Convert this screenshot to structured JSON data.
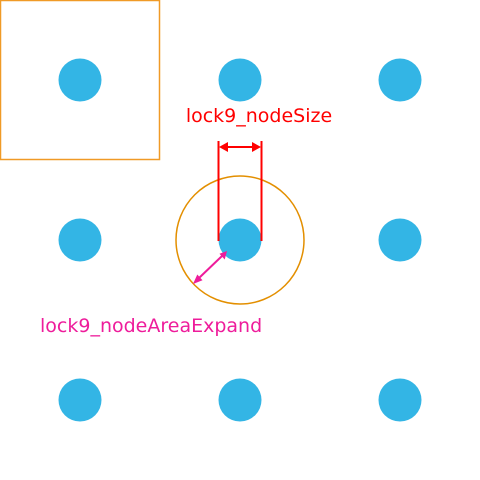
{
  "colors": {
    "background": "#ffffff",
    "node": "#33b5e5",
    "cell_frame": "#f09a26",
    "area_circle": "#e38f00",
    "node_size_annotation": "#ff0000",
    "area_expand_annotation": "#ee1c9b"
  },
  "grid": {
    "rows": 3,
    "columns": 3
  },
  "annotations": {
    "node_size_label": "lock9_nodeSize",
    "area_expand_label": "lock9_nodeAreaExpand"
  }
}
